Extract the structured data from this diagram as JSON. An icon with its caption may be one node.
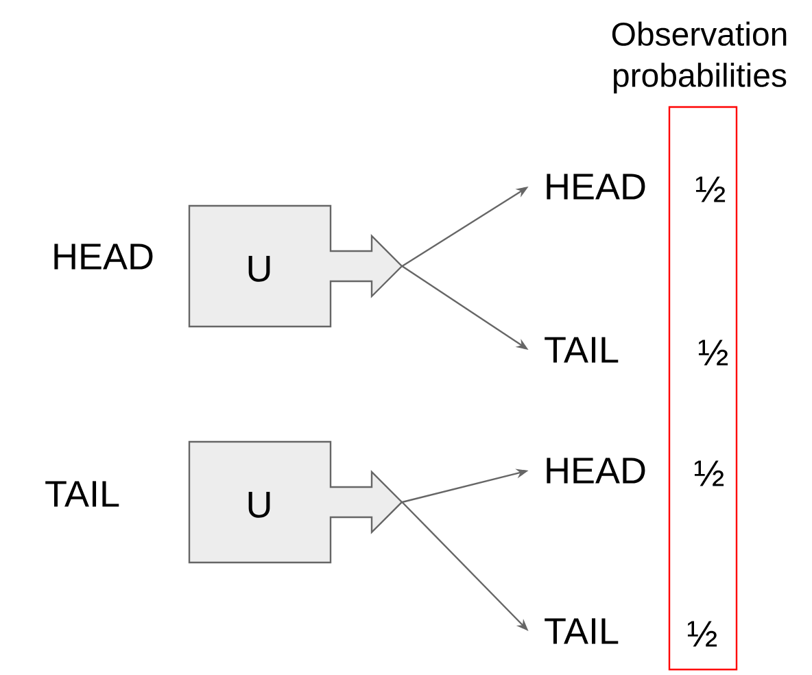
{
  "diagram": {
    "title": "Observation probabilities",
    "nodes": [
      {
        "text": [
          "HEAD"
        ]
      },
      {
        "text": [
          "U"
        ]
      },
      {
        "text": [
          "TAIL"
        ]
      },
      {
        "text": [
          "U"
        ]
      },
      {
        "text": [
          "HEAD"
        ]
      },
      {
        "text": [
          "TAIL"
        ]
      },
      {
        "text": [
          "HEAD"
        ]
      },
      {
        "text": [
          "TAIL"
        ]
      },
      {
        "text": [
          "½",
          "½",
          "½",
          "½"
        ]
      }
    ],
    "edges": [
      {
        "from": 1,
        "to": 4,
        "arrow": "to"
      },
      {
        "from": 1,
        "to": 5,
        "arrow": "to"
      },
      {
        "from": 3,
        "to": 6,
        "arrow": "to"
      },
      {
        "from": 3,
        "to": 7,
        "arrow": "to"
      }
    ]
  }
}
